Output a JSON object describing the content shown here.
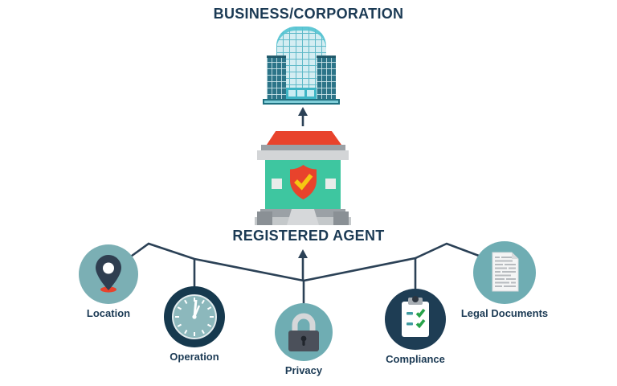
{
  "titles": {
    "business": "BUSINESS/CORPORATION",
    "agent": "REGISTERED AGENT"
  },
  "buildings": [
    {
      "id": "business",
      "icon": "skyscraper-icon"
    },
    {
      "id": "registered_agent",
      "icon": "government-building-shield-check-icon"
    }
  ],
  "nodes": [
    {
      "id": "location",
      "label": "Location",
      "icon": "map-pin-icon",
      "circle_style": "light-teal"
    },
    {
      "id": "operation",
      "label": "Operation",
      "icon": "clock-icon",
      "circle_style": "dark-navy"
    },
    {
      "id": "privacy",
      "label": "Privacy",
      "icon": "padlock-icon",
      "circle_style": "light-teal"
    },
    {
      "id": "compliance",
      "label": "Compliance",
      "icon": "clipboard-checklist-icon",
      "circle_style": "dark-navy"
    },
    {
      "id": "legal_documents",
      "label": "Legal Documents",
      "icon": "document-icon",
      "circle_style": "light-teal"
    }
  ],
  "colors": {
    "navy": "#1b3a54",
    "line": "#2b4156",
    "teal_circle": "#7bafb4",
    "teal_circle2": "#6fadb3",
    "dark_circle": "#16394e",
    "dark_circle2": "#1e3d54",
    "clock_face": "#8cb8bc",
    "red": "#e8432c",
    "yellow": "#f5c712",
    "agent_green": "#3ec6a0",
    "lock_body": "#4b505a",
    "check_green": "#28a24a",
    "dash_teal": "#3f9aa0",
    "pin_dark": "#2f3e50",
    "tower_dark": "#2c7488",
    "tower_teal": "#3fb5c5"
  }
}
